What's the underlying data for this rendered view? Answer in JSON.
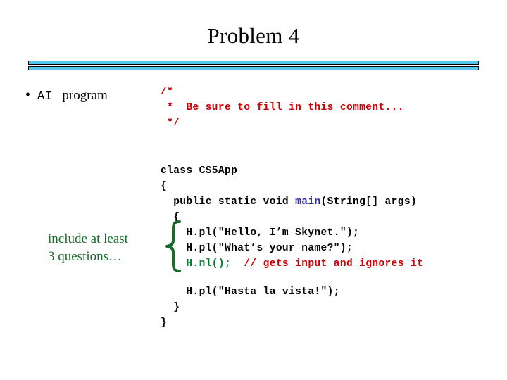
{
  "slide": {
    "title": "Problem 4",
    "divider_color": "#55C6F0"
  },
  "bullet": {
    "marker": "•",
    "mono_text": "AI",
    "serif_text": "program"
  },
  "comment_block": {
    "color": "#CC0000",
    "line1": "/*",
    "line2": " *  Be sure to fill in this comment...",
    "line3": " */"
  },
  "code": {
    "color": "#000000",
    "keyword_color": "#333399",
    "green_color": "#0A7A33",
    "comment_color": "#CC0000",
    "line_class": "class CS5App",
    "line_open_brace": "{",
    "line_main_pre": "  public static void ",
    "line_main_kw": "main",
    "line_main_post": "(String[] args)",
    "line_inner_open": "  {",
    "line_pl_hello": "    H.pl(\"Hello, I’m Skynet.\");",
    "line_pl_name": "    H.pl(\"What’s your name?\");",
    "line_nl_indent": "    ",
    "line_nl_code": "H.nl();",
    "line_nl_gap": "  ",
    "line_nl_comment": "// gets input and ignores it",
    "line_pl_hasta": "    H.pl(\"Hasta la vista!\");",
    "line_close_inner": "  }",
    "line_close_outer": "}"
  },
  "annotation": {
    "color": "#1A6B2A",
    "line1": "include at least",
    "line2": "3 questions…",
    "brace_icon": "left-curly-brace-icon"
  }
}
